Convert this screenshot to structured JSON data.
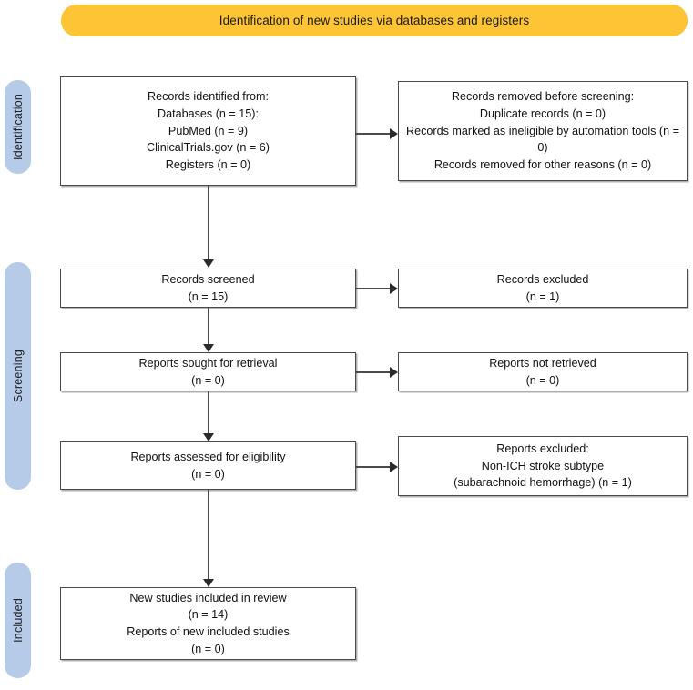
{
  "banner": {
    "title": "Identification of new studies via databases and registers",
    "color": "#fdc435"
  },
  "stages": {
    "color": "#b6cbe8",
    "identification": "Identification",
    "screening": "Screening",
    "included": "Included"
  },
  "boxes": {
    "records_identified": "Records identified from:\nDatabases (n = 15):\nPubMed (n = 9)\nClinicalTrials.gov (n = 6)\nRegisters (n = 0)",
    "records_removed": "Records removed before screening:\nDuplicate records (n = 0)\nRecords marked as ineligible by automation tools (n = 0)\nRecords removed for other reasons (n = 0)",
    "records_screened": "Records screened\n(n = 15)",
    "records_excluded": "Records excluded\n(n = 1)",
    "reports_sought": "Reports sought for retrieval\n(n = 0)",
    "reports_not_retrieved": "Reports not retrieved\n(n = 0)",
    "reports_assessed": "Reports assessed for eligibility\n(n = 0)",
    "reports_excluded": "Reports excluded:\nNon-ICH stroke subtype\n(subarachnoid hemorrhage) (n = 1)",
    "new_studies_included": "New studies included in review\n(n = 14)\nReports of new included studies\n(n = 0)"
  },
  "chart_data": {
    "type": "diagram",
    "title": "PRISMA 2020 flow diagram for new systematic reviews which included searches of databases and registers only",
    "stages": [
      "Identification",
      "Screening",
      "Included"
    ],
    "nodes": [
      {
        "id": "records_identified",
        "stage": "Identification",
        "label": "Records identified from: Databases (n = 15): PubMed (n = 9) ClinicalTrials.gov (n = 6) Registers (n = 0)",
        "counts": {
          "databases_total": 15,
          "pubmed": 9,
          "clinicaltrials_gov": 6,
          "registers": 0
        }
      },
      {
        "id": "records_removed",
        "stage": "Identification",
        "label": "Records removed before screening: Duplicate records (n = 0) Records marked as ineligible by automation tools (n = 0) Records removed for other reasons (n = 0)",
        "counts": {
          "duplicate_records": 0,
          "ineligible_by_automation_tools": 0,
          "removed_other_reasons": 0
        }
      },
      {
        "id": "records_screened",
        "stage": "Screening",
        "label": "Records screened",
        "counts": {
          "n": 15
        }
      },
      {
        "id": "records_excluded",
        "stage": "Screening",
        "label": "Records excluded",
        "counts": {
          "n": 1
        }
      },
      {
        "id": "reports_sought",
        "stage": "Screening",
        "label": "Reports sought for retrieval",
        "counts": {
          "n": 0
        }
      },
      {
        "id": "reports_not_retrieved",
        "stage": "Screening",
        "label": "Reports not retrieved",
        "counts": {
          "n": 0
        }
      },
      {
        "id": "reports_assessed",
        "stage": "Screening",
        "label": "Reports assessed for eligibility",
        "counts": {
          "n": 0
        }
      },
      {
        "id": "reports_excluded",
        "stage": "Screening",
        "label": "Reports excluded: Non-ICH stroke subtype (subarachnoid hemorrhage)",
        "counts": {
          "n": 1
        }
      },
      {
        "id": "new_studies_included",
        "stage": "Included",
        "label": "New studies included in review / Reports of new included studies",
        "counts": {
          "new_studies_in_review": 14,
          "reports_of_new_included_studies": 0
        }
      }
    ],
    "edges": [
      {
        "from": "records_identified",
        "to": "records_removed",
        "direction": "right"
      },
      {
        "from": "records_identified",
        "to": "records_screened",
        "direction": "down"
      },
      {
        "from": "records_screened",
        "to": "records_excluded",
        "direction": "right"
      },
      {
        "from": "records_screened",
        "to": "reports_sought",
        "direction": "down"
      },
      {
        "from": "reports_sought",
        "to": "reports_not_retrieved",
        "direction": "right"
      },
      {
        "from": "reports_sought",
        "to": "reports_assessed",
        "direction": "down"
      },
      {
        "from": "reports_assessed",
        "to": "reports_excluded",
        "direction": "right"
      },
      {
        "from": "reports_assessed",
        "to": "new_studies_included",
        "direction": "down"
      }
    ]
  }
}
